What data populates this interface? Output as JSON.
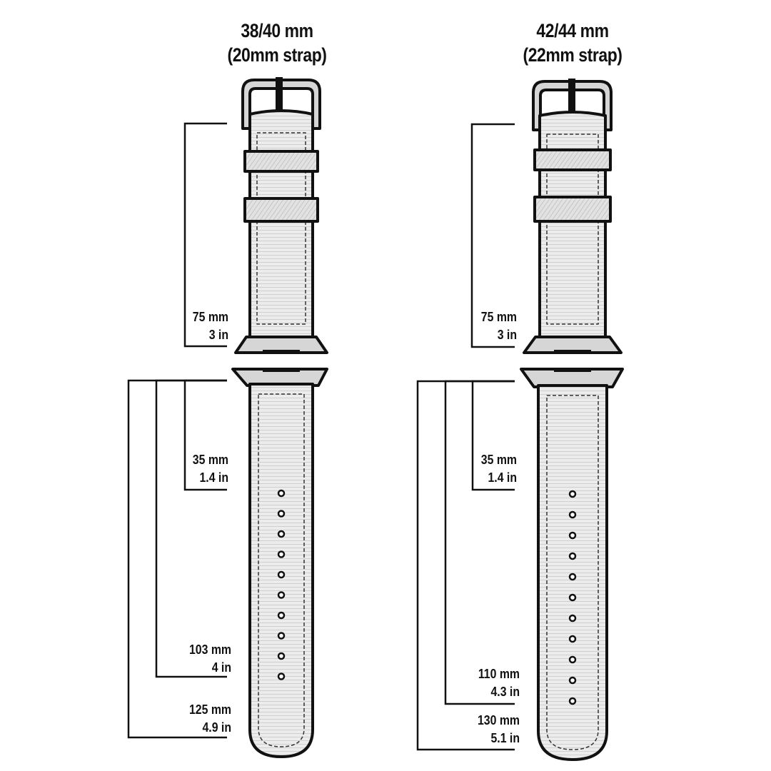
{
  "colors": {
    "ink": "#111111",
    "strap": "#ededed",
    "hardware": "#d6d6d6",
    "texture": "#cfcfcf"
  },
  "left": {
    "title_line1": "38/40 mm",
    "title_line2": "(20mm strap)",
    "buckle_mm": "75 mm",
    "buckle_in": "3 in",
    "first_mm": "35 mm",
    "first_in": "1.4 in",
    "last_mm": "103 mm",
    "last_in": "4 in",
    "total_mm": "125 mm",
    "total_in": "4.9 in"
  },
  "right": {
    "title_line1": "42/44 mm",
    "title_line2": "(22mm strap)",
    "buckle_mm": "75 mm",
    "buckle_in": "3 in",
    "first_mm": "35 mm",
    "first_in": "1.4 in",
    "last_mm": "110 mm",
    "last_in": "4.3 in",
    "total_mm": "130 mm",
    "total_in": "5.1 in"
  }
}
